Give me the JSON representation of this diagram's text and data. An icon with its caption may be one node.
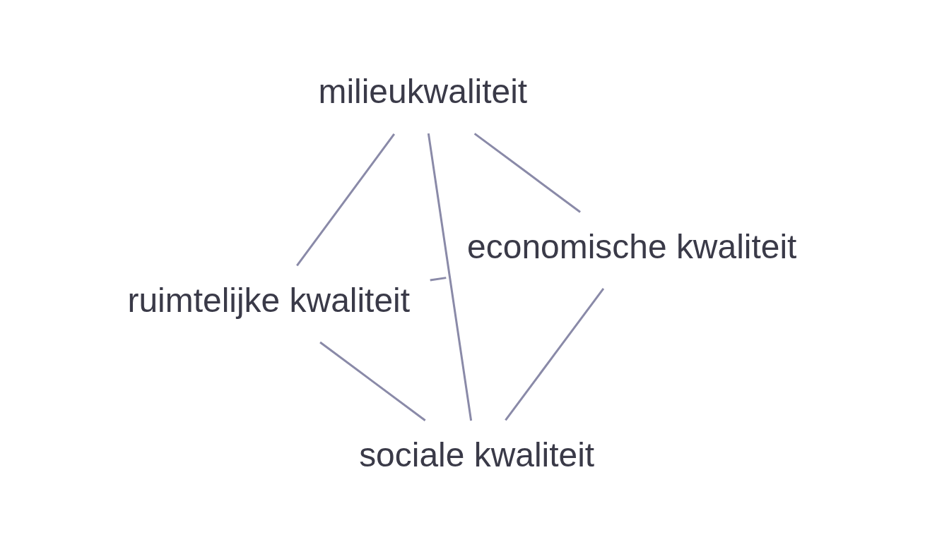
{
  "diagram": {
    "nodes": [
      {
        "text": [
          "ruimtelijke kwaliteit"
        ]
      },
      {
        "text": [
          "economische kwaliteit"
        ]
      },
      {
        "text": [
          "sociale kwaliteit"
        ]
      },
      {
        "text": [
          "milieukwaliteit"
        ]
      }
    ],
    "edges": [
      {
        "from": 0,
        "to": 1,
        "arrow": "none"
      },
      {
        "from": 0,
        "to": 2,
        "arrow": "none"
      },
      {
        "from": 0,
        "to": 3,
        "arrow": "none"
      },
      {
        "from": 1,
        "to": 2,
        "arrow": "none"
      },
      {
        "from": 1,
        "to": 3,
        "arrow": "none"
      },
      {
        "from": 2,
        "to": 3,
        "arrow": "none"
      }
    ]
  }
}
